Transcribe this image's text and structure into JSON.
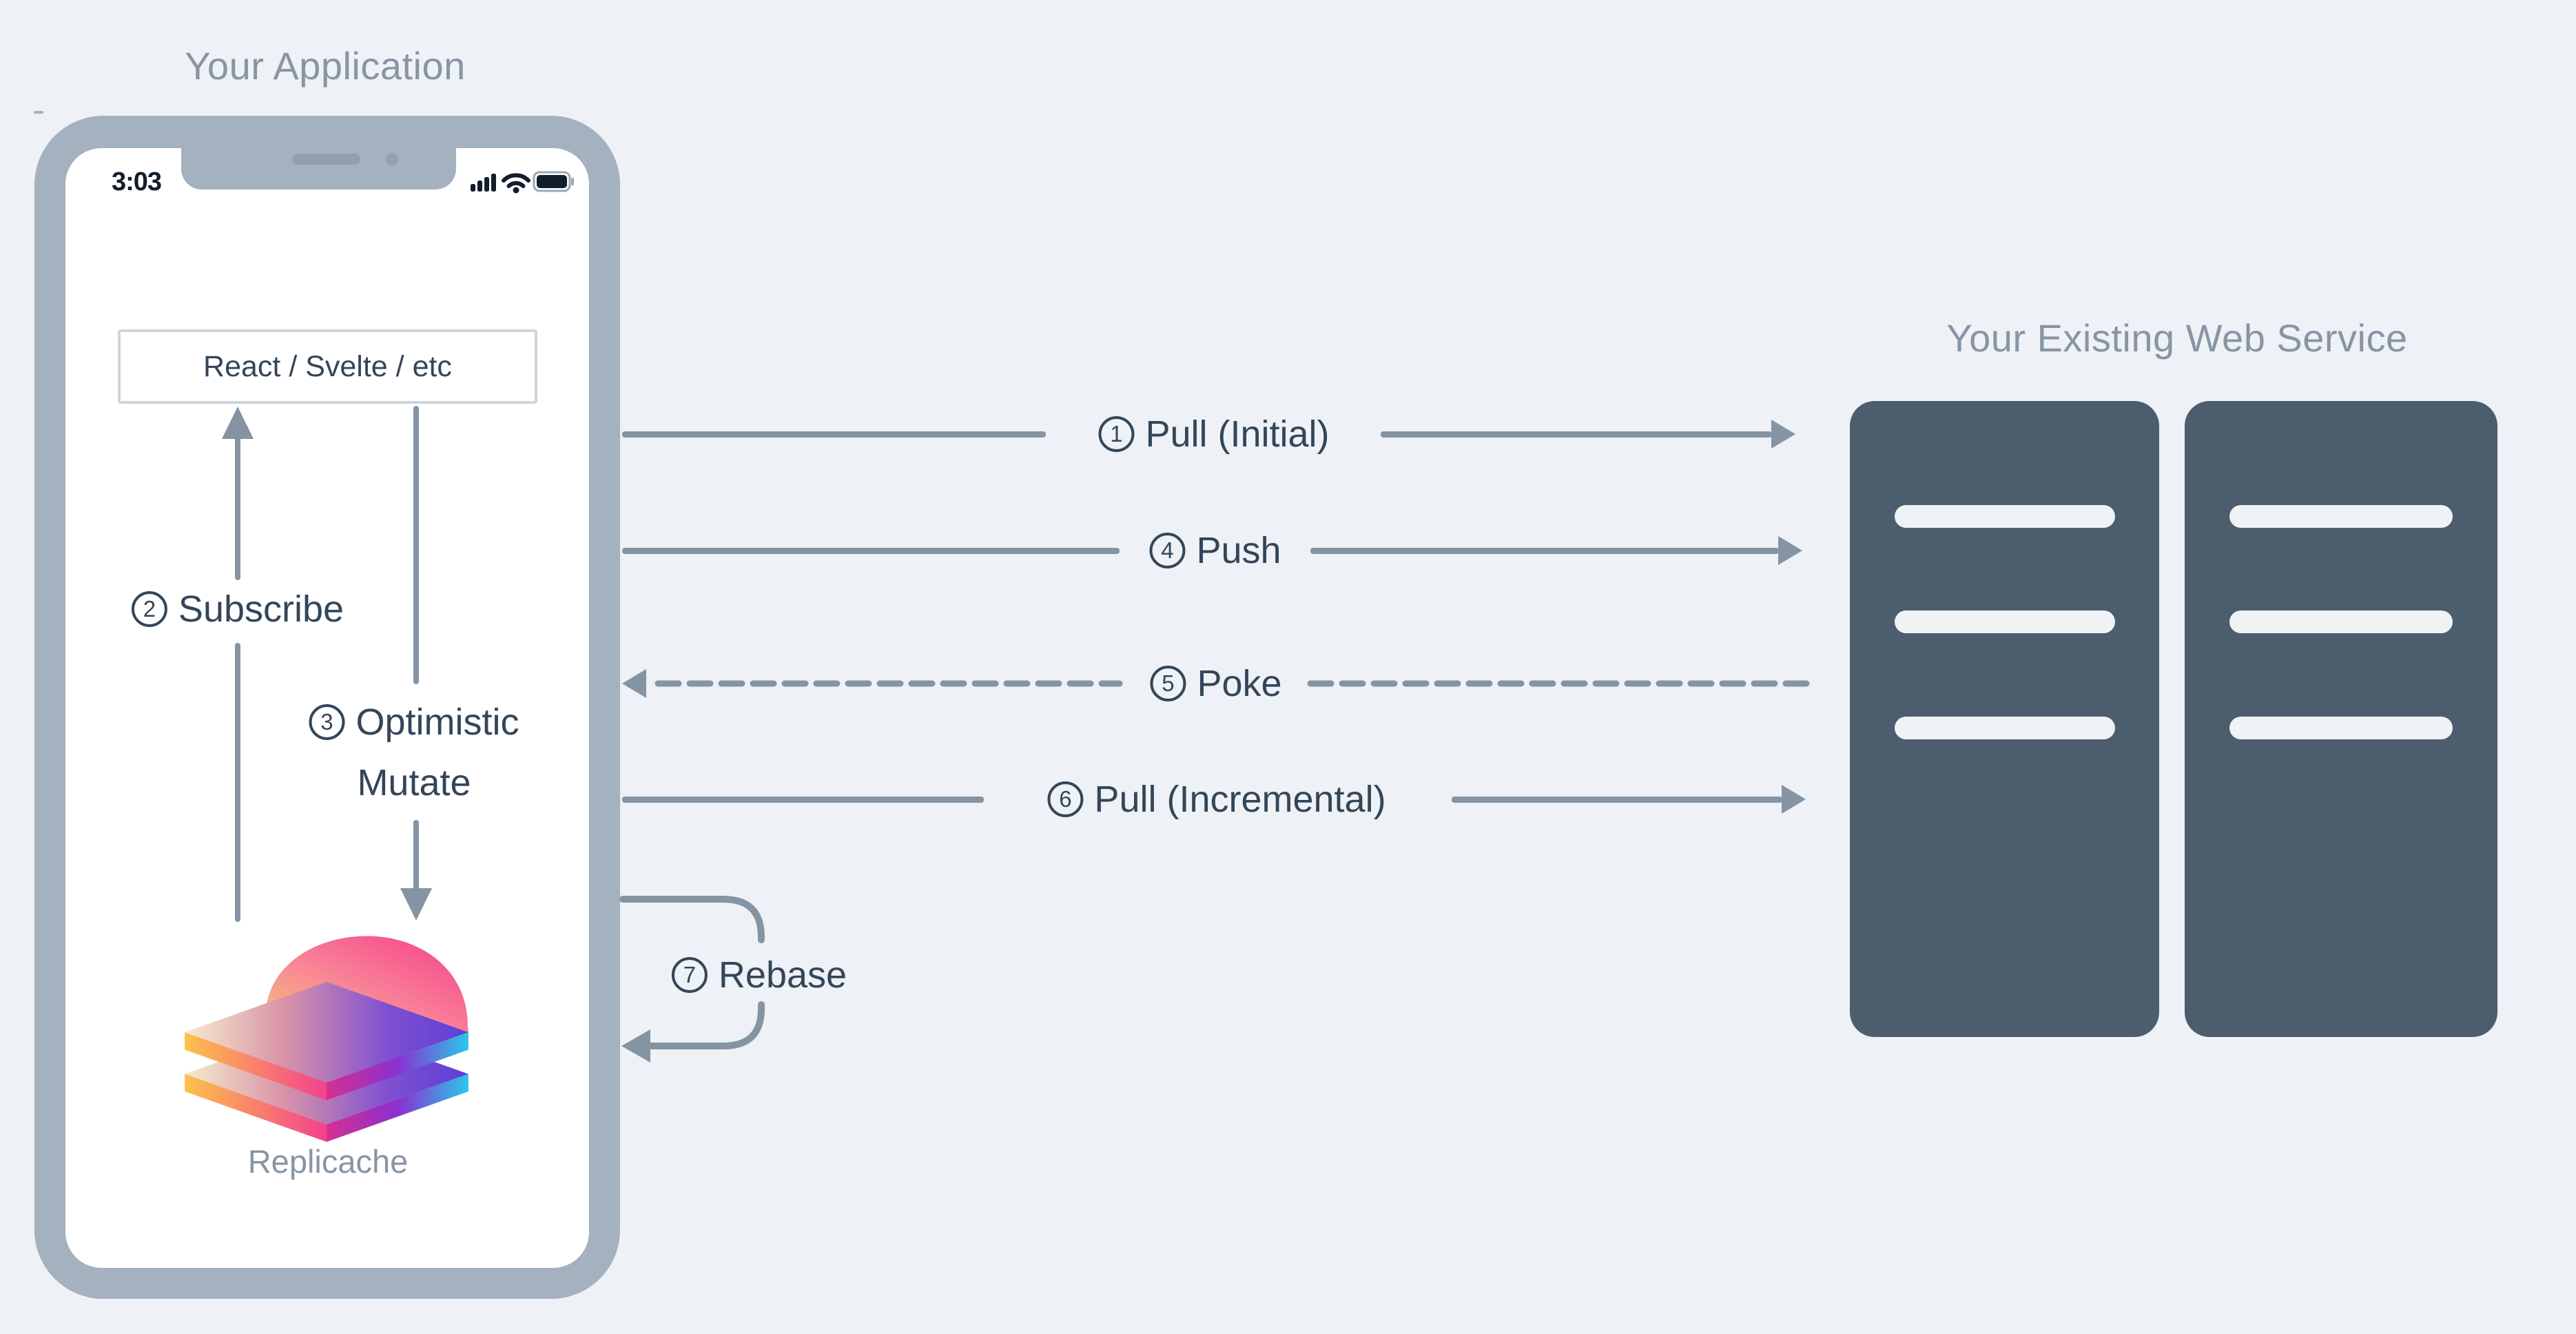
{
  "colors": {
    "background": "#eef1f5",
    "phone_frame": "#a4b1be",
    "phone_detail": "#91a0af",
    "screen": "#ffffff",
    "server": "#4c5d6e",
    "server_slot": "#f0f3f6",
    "arrow": "#8494a3",
    "text_dark": "#334659",
    "text_muted": "#8795a4",
    "box_border": "#ccd6de",
    "status_text": "#121e2b"
  },
  "titles": {
    "application": "Your Application",
    "web_service": "Your Existing Web Service"
  },
  "phone": {
    "status_time": "3:03",
    "status_icons": [
      "signal-icon",
      "wifi-icon",
      "battery-icon"
    ],
    "framework_box": "React / Svelte / etc",
    "logo_label": "Replicache"
  },
  "flows": {
    "pull_initial": {
      "num": "1",
      "label": "Pull (Initial)"
    },
    "subscribe": {
      "num": "2",
      "label": "Subscribe"
    },
    "optimistic_mutate": {
      "num": "3",
      "label_line1": "Optimistic",
      "label_line2": "Mutate"
    },
    "push": {
      "num": "4",
      "label": "Push"
    },
    "poke": {
      "num": "5",
      "label": "Poke"
    },
    "pull_incremental": {
      "num": "6",
      "label": "Pull (Incremental)"
    },
    "rebase": {
      "num": "7",
      "label": "Rebase"
    }
  }
}
